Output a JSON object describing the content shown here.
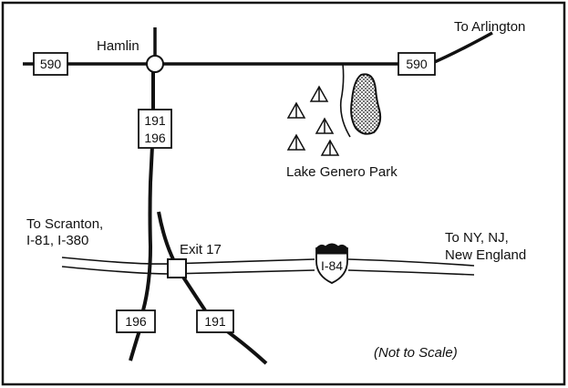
{
  "map": {
    "labels": {
      "hamlin": "Hamlin",
      "to_arlington": "To Arlington",
      "lake_park": "Lake Genero Park",
      "to_scranton_1": "To Scranton,",
      "to_scranton_2": "I-81, I-380",
      "exit": "Exit 17",
      "to_ny_1": "To NY, NJ,",
      "to_ny_2": "New England",
      "not_to_scale": "(Not to Scale)"
    },
    "shields": {
      "route_590_west": "590",
      "route_590_east": "590",
      "route_191_196_a": "191",
      "route_191_196_b": "196",
      "route_196_south": "196",
      "route_191_south": "191",
      "interstate": "I-84"
    },
    "icons": [
      "tent-icon",
      "lake-icon",
      "interchange-icon",
      "intersection-icon"
    ]
  }
}
